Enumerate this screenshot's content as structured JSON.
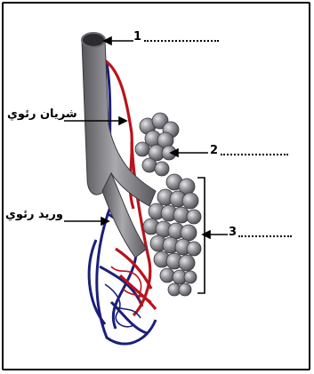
{
  "labels": {
    "left_top": "شريان رئوي",
    "left_bottom": "وريد رئوي"
  },
  "callouts": [
    {
      "number": "1"
    },
    {
      "number": "2"
    },
    {
      "number": "3"
    }
  ],
  "colors": {
    "bronchiole": "#7d7d82",
    "alveoli": "#8e8e93",
    "artery": "#b8141c",
    "vein": "#1b1f7a",
    "ink": "#000000"
  }
}
